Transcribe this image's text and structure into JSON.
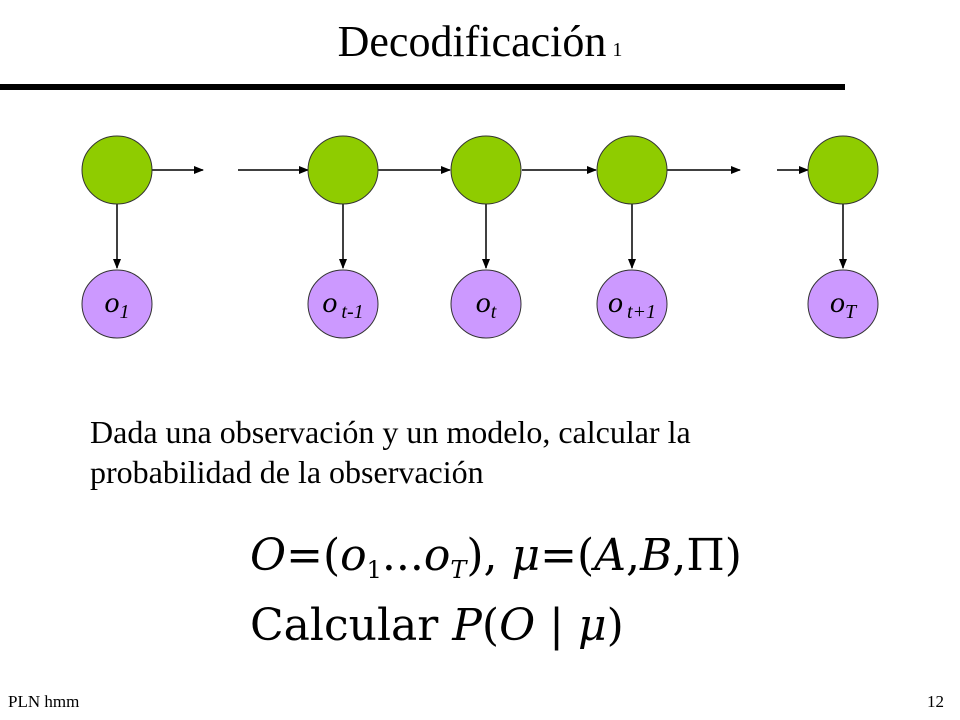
{
  "title": {
    "main": "Decodificación",
    "sup": "1"
  },
  "diagram": {
    "state_color": "#8fcc00",
    "observation_color": "#cc99ff",
    "observations": [
      {
        "base": "o",
        "sub": "1"
      },
      {
        "base": "o",
        "sub": "t-1"
      },
      {
        "base": "o",
        "sub": "t"
      },
      {
        "base": "o",
        "sub": "t+1"
      },
      {
        "base": "o",
        "sub": "T"
      }
    ]
  },
  "description": "Dada una observación y un modelo, calcular la probabilidad de la observación",
  "formula": {
    "line1": {
      "O": "O",
      "eq1": "=(",
      "o": "o",
      "sub1": "1",
      "dots": "...",
      "o2": "o",
      "subT": "T",
      "close": "),",
      "mu": "μ",
      "eq2": "=(",
      "A": "A",
      "comma1": ",",
      "B": "B",
      "comma2": ",",
      "Pi": "Π",
      "end": ")"
    },
    "line2": {
      "calc": "Calcular",
      "P": "P",
      "open": "(",
      "O": "O",
      "bar": " | ",
      "mu": "μ",
      "close": ")"
    }
  },
  "footer": {
    "left": "PLN hmm",
    "right": "12"
  }
}
